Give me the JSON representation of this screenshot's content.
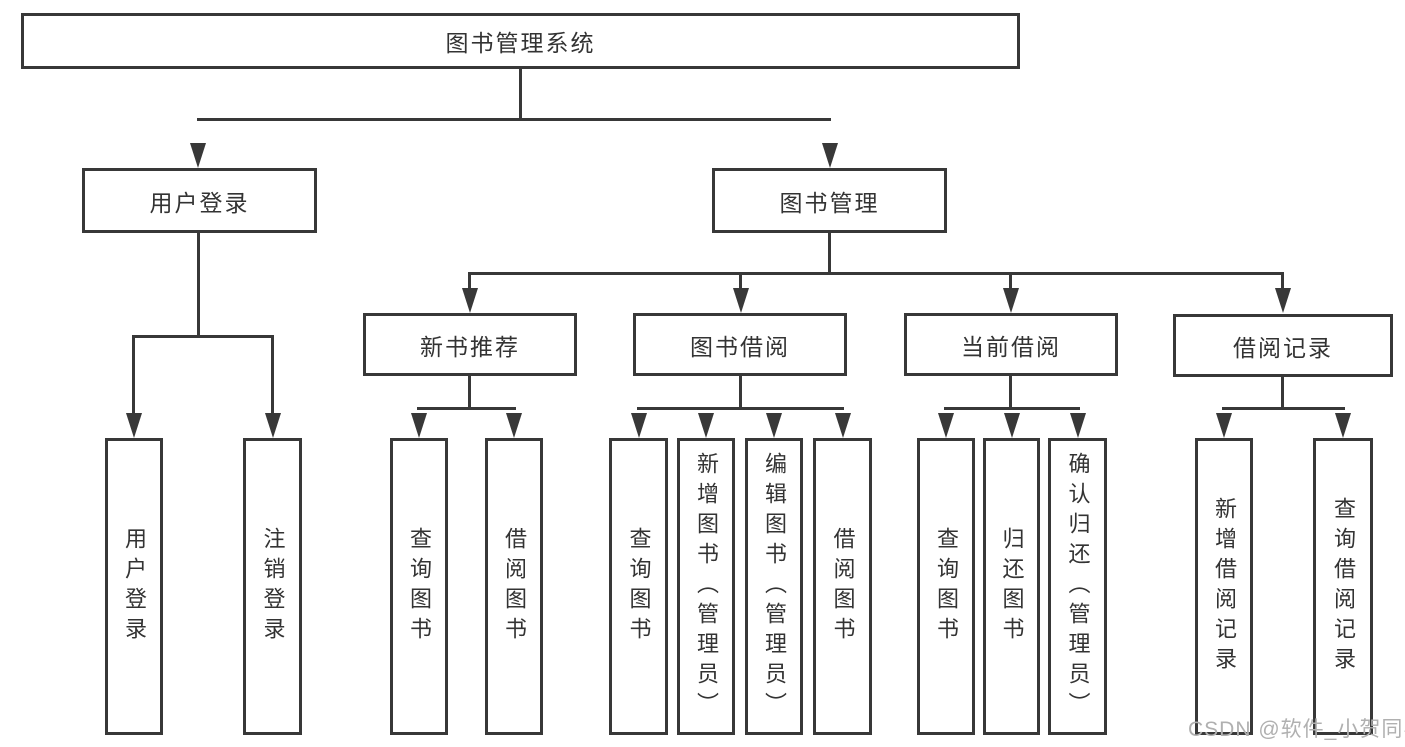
{
  "tree": {
    "label": "图书管理系统",
    "children": [
      {
        "label": "用户登录",
        "children": [
          {
            "label": "用户登录"
          },
          {
            "label": "注销登录"
          }
        ]
      },
      {
        "label": "图书管理",
        "children": [
          {
            "label": "新书推荐",
            "children": [
              {
                "label": "查询图书"
              },
              {
                "label": "借阅图书"
              }
            ]
          },
          {
            "label": "图书借阅",
            "children": [
              {
                "label": "查询图书"
              },
              {
                "label": "新增图书（管理员）"
              },
              {
                "label": "编辑图书（管理员）"
              },
              {
                "label": "借阅图书"
              }
            ]
          },
          {
            "label": "当前借阅",
            "children": [
              {
                "label": "查询图书"
              },
              {
                "label": "归还图书"
              },
              {
                "label": "确认归还（管理员）"
              }
            ]
          },
          {
            "label": "借阅记录",
            "children": [
              {
                "label": "新增借阅记录"
              },
              {
                "label": "查询借阅记录"
              }
            ]
          }
        ]
      }
    ]
  },
  "watermark": {
    "text": "CSDN @软件_小贺同学"
  },
  "colors": {
    "line": "#383838",
    "box_border": "#383838",
    "text": "#333333",
    "watermark": "#b0b0b0",
    "background": "#ffffff"
  }
}
